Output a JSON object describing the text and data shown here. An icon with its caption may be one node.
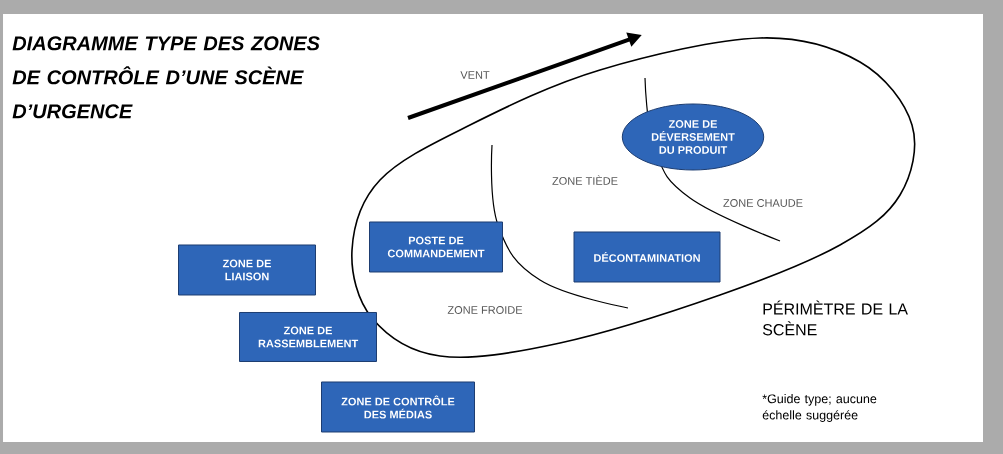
{
  "diagram": {
    "title": "DIAGRAMME TYPE DES ZONES DE CONTRÔLE D’UNE SCÈNE D’URGENCE",
    "nodes": [
      {
        "text": [
          "ZONE DE DÉVERSEMENT DU PRODUIT"
        ]
      },
      {
        "text": [
          "ZONE DE LIAISON"
        ]
      },
      {
        "text": [
          "POSTE DE COMMANDEMENT"
        ]
      },
      {
        "text": [
          "DÉCONTAMINATION"
        ]
      },
      {
        "text": [
          "ZONE DE RASSEMBLEMENT"
        ]
      },
      {
        "text": [
          "ZONE DE CONTRÔLE DES MÉDIAS"
        ]
      }
    ],
    "labels": [
      "VENT",
      "ZONE TIÈDE",
      "ZONE CHAUDE",
      "ZONE FROIDE",
      "PÉRIMÈTRE DE LA SCÈNE",
      "*Guide type; aucune échelle suggérée"
    ]
  }
}
